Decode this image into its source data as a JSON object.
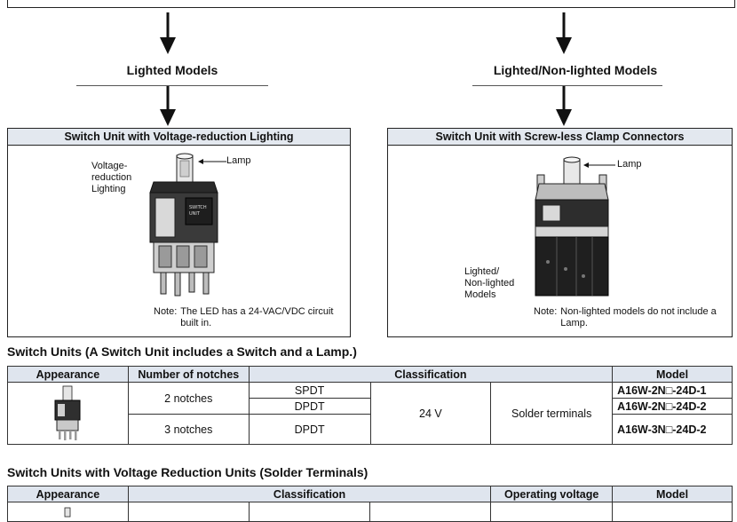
{
  "flow": {
    "left_label": "Lighted Models",
    "right_label": "Lighted/Non-lighted Models"
  },
  "panels": {
    "left": {
      "title": "Switch Unit with Voltage-reduction Lighting",
      "callout_left": [
        "Voltage-",
        "reduction",
        "Lighting"
      ],
      "callout_lamp": "Lamp",
      "note_key": "Note:",
      "note_lines": [
        "The LED has a 24-VAC/VDC circuit",
        "built in."
      ]
    },
    "right": {
      "title": "Switch Unit with Screw-less Clamp Connectors",
      "callout_lamp": "Lamp",
      "callout_left": [
        "Lighted/",
        "Non-lighted",
        "Models"
      ],
      "note_key": "Note:",
      "note_lines": [
        "Non-lighted models do not include a",
        "Lamp."
      ]
    }
  },
  "section1": {
    "title": "Switch Units (A Switch Unit includes a Switch and a Lamp.)",
    "headers": {
      "appearance": "Appearance",
      "notches": "Number of notches",
      "classification": "Classification",
      "model": "Model"
    },
    "rows": {
      "notches_2": "2 notches",
      "notches_3": "3 notches",
      "spdt": "SPDT",
      "dpdt_a": "DPDT",
      "dpdt_b": "DPDT",
      "voltage": "24 V",
      "terminal": "Solder terminals",
      "model_1": "A16W-2N□-24D-1",
      "model_2": "A16W-2N□-24D-2",
      "model_3": "A16W-3N□-24D-2"
    }
  },
  "section2": {
    "title": "Switch Units with Voltage Reduction Units (Solder Terminals)",
    "headers": {
      "appearance": "Appearance",
      "classification": "Classification",
      "operating_voltage": "Operating voltage",
      "model": "Model"
    }
  },
  "colors": {
    "header_fill": "#dfe5ee",
    "panel_header_fill": "#e3e8ef",
    "line": "#222222"
  }
}
